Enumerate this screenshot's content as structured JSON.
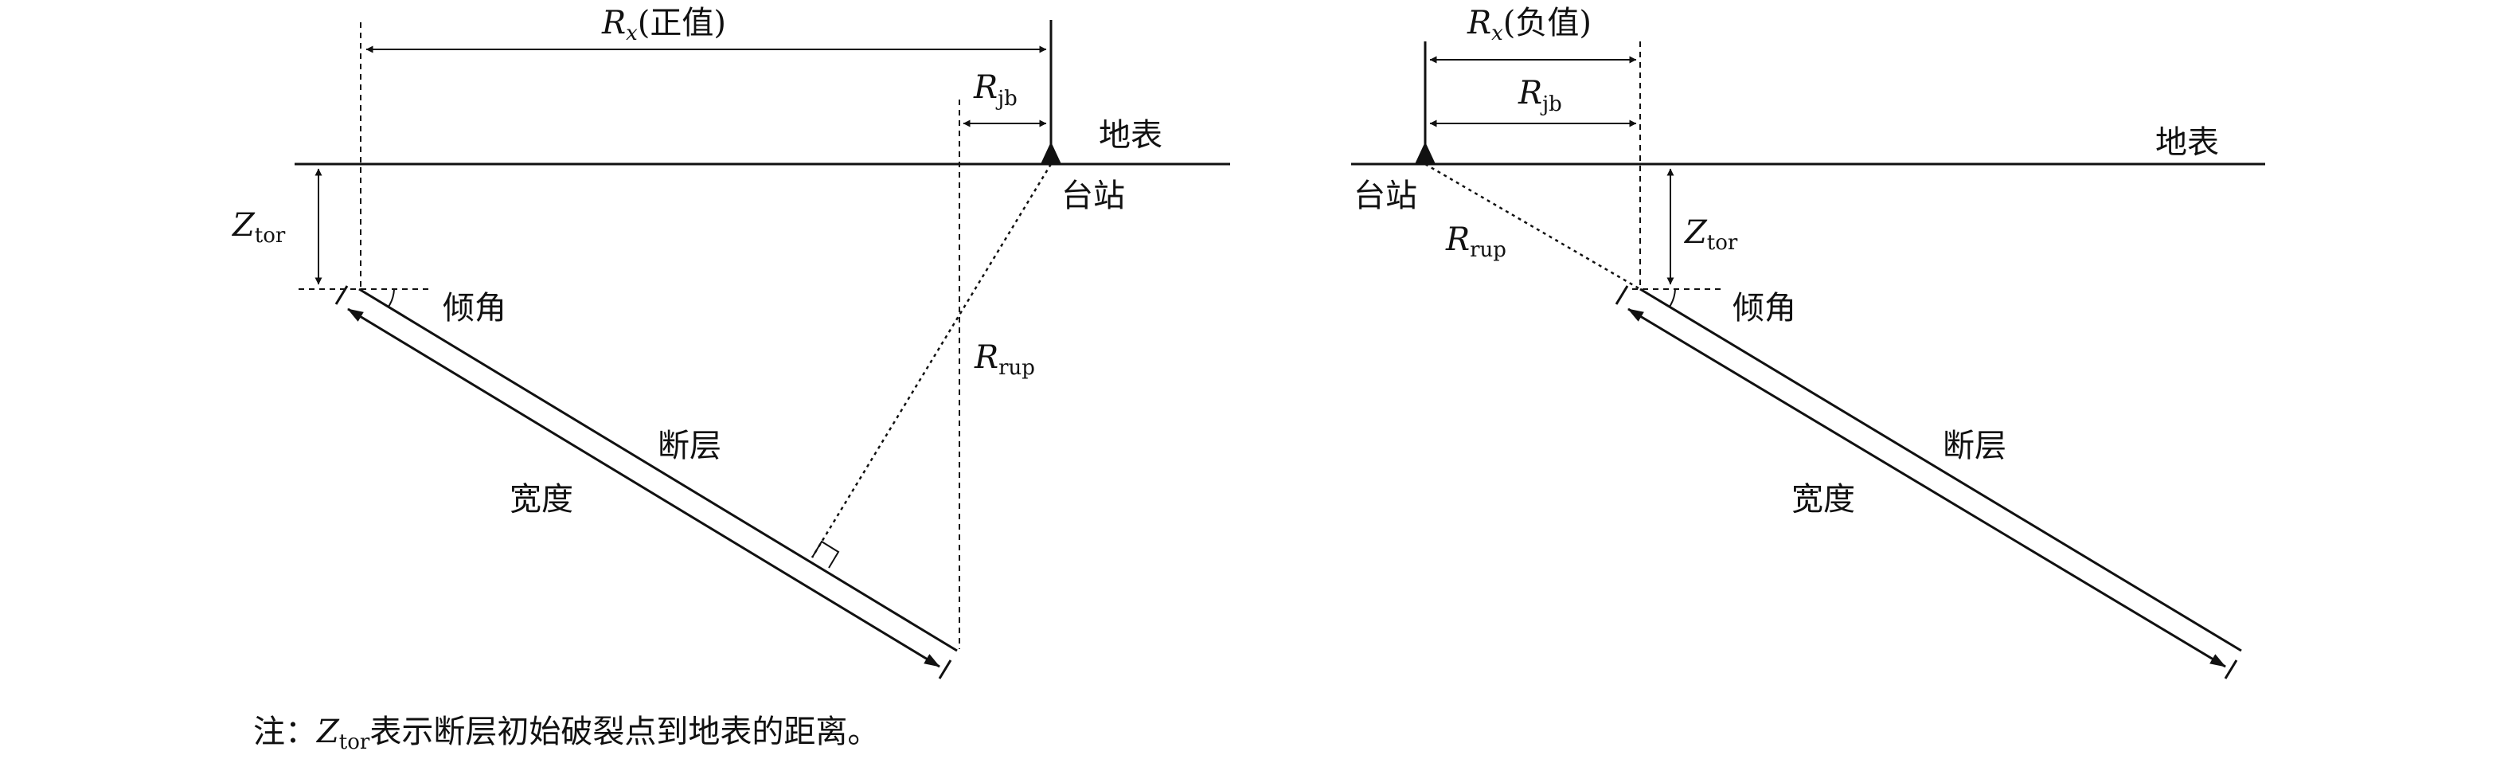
{
  "left": {
    "rx_symbol": "R",
    "rx_sub": "x",
    "rx_note": "(正值)",
    "rjb_symbol": "R",
    "rjb_sub": "jb",
    "surface_label": "地表",
    "station_label": "台站",
    "ztor_symbol": "Z",
    "ztor_sub": "tor",
    "dip_label": "倾角",
    "rrup_symbol": "R",
    "rrup_sub": "rup",
    "fault_label": "断层",
    "width_label": "宽度"
  },
  "right": {
    "rx_symbol": "R",
    "rx_sub": "x",
    "rx_note": "(负值)",
    "rjb_symbol": "R",
    "rjb_sub": "jb",
    "surface_label": "地表",
    "station_label": "台站",
    "ztor_symbol": "Z",
    "ztor_sub": "tor",
    "dip_label": "倾角",
    "rrup_symbol": "R",
    "rrup_sub": "rup",
    "fault_label": "断层",
    "width_label": "宽度"
  },
  "note": {
    "prefix": "注：",
    "symbol": "Z",
    "sub": "tor",
    "text": "表示断层初始破裂点到地表的距离。"
  },
  "colors": {
    "ink": "#111111",
    "background": "#ffffff"
  }
}
